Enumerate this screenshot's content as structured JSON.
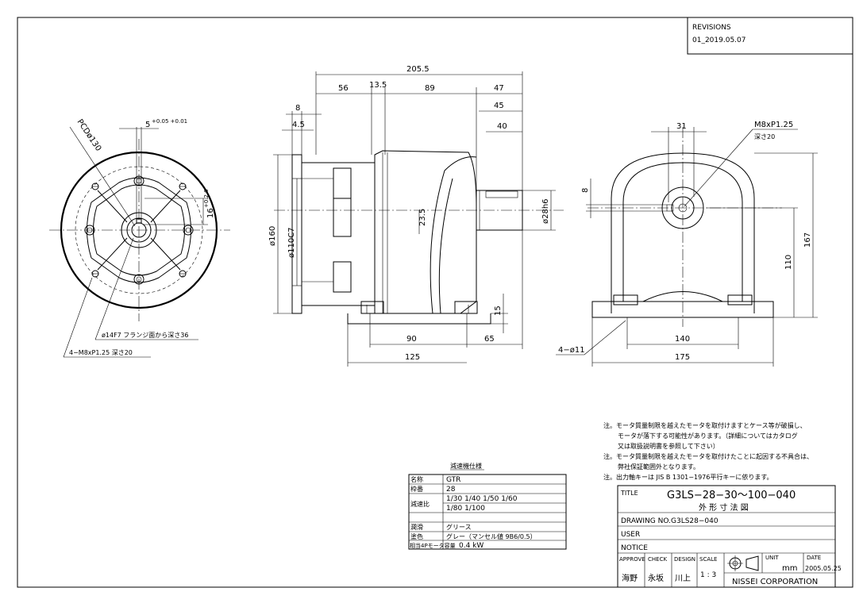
{
  "revisions": {
    "header": "REVISIONS",
    "entry": "01_2019.05.07"
  },
  "front_view": {
    "pcd": "PCDø130",
    "tol_width": "5",
    "tol_width_dev": "+0.05 +0.01",
    "tol_depth": "16",
    "tol_depth_dev": "+0.2 0",
    "bore_note": "ø14F7 フランジ面から深さ36",
    "tap_note": "4−M8xP1.25 深さ20"
  },
  "side_view": {
    "overall": "205.5",
    "d56": "56",
    "d13_5": "13.5",
    "d89": "89",
    "d47": "47",
    "d45": "45",
    "d40": "40",
    "d8": "8",
    "d4_5": "4.5",
    "d160": "ø160",
    "d110": "ø110C7",
    "d23_5": "23.5",
    "d28": "ø28h6",
    "d15": "15",
    "d90": "90",
    "d65": "65",
    "d125": "125"
  },
  "end_view": {
    "d31": "31",
    "tap": "M8xP1.25",
    "tap_depth": "深さ20",
    "d8": "8",
    "d110": "110",
    "d167": "167",
    "d140": "140",
    "d175": "175",
    "hole": "4−ø11"
  },
  "spec_table": {
    "title": "減速機仕様",
    "rows": [
      {
        "label": "名称",
        "value": "GTR"
      },
      {
        "label": "枠番",
        "value": "28"
      },
      {
        "label": "減速比",
        "value": "1/30 1/40 1/50 1/60",
        "value2": "1/80 1/100"
      },
      {
        "label": "潤滑",
        "value": "グリース"
      },
      {
        "label": "塗色",
        "value": "グレー（マンセル値 9B6/0.5）"
      },
      {
        "label": "相当4Pモータ容量",
        "value": "0.4 kW"
      }
    ]
  },
  "notes": [
    "注。モータ質量制限を越えたモータを取付けますとケース等が破損し、",
    "モータが落下する可能性があります。（詳細についてはカタログ",
    "又は取扱説明書を参照して下さい）",
    "注。モータ質量制限を越えたモータを取付けたことに起因する不具合は、",
    "弊社保証範囲外となります。",
    "注。出力軸キーは JIS B 1301−1976平行キーに依ります。"
  ],
  "title_block": {
    "title_label": "TITLE",
    "title": "G3LS−28−30〜100−040",
    "subtitle": "外 形 寸 法 図",
    "drawing_no_label": "DRAWING NO.",
    "drawing_no": "G3LS28−040",
    "user_label": "USER",
    "notice_label": "NOTICE",
    "approve_label": "APPROVE",
    "check_label": "CHECK",
    "design_label": "DESIGN",
    "scale_label": "SCALE",
    "approve": "海野",
    "check": "永坂",
    "design": "川上",
    "scale": "1 : 3",
    "unit_label": "UNIT",
    "unit": "mm",
    "date_label": "DATE",
    "date": "2005.05.25",
    "company": "NISSEI  CORPORATION"
  }
}
